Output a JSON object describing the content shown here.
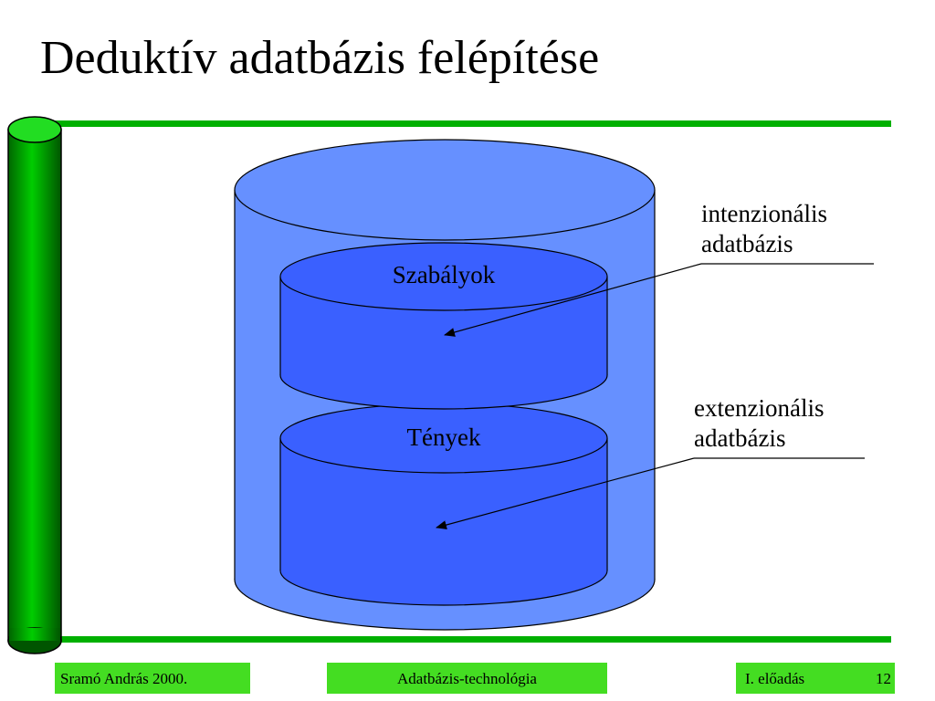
{
  "slide": {
    "title": "Deduktív adatbázis felépítése"
  },
  "diagram": {
    "upper_cylinder_label": "Szabályok",
    "lower_cylinder_label": "Tények",
    "callout_intensional": {
      "line1": "intenzionális",
      "line2": "adatbázis"
    },
    "callout_extensional": {
      "line1": "extenzionális",
      "line2": "adatbázis"
    }
  },
  "footer": {
    "author": "Sramó András 2000.",
    "course": "Adatbázis-technológia",
    "lecture": "I. előadás",
    "page_number": "12"
  },
  "colors": {
    "outer_cylinder": "#6690ff",
    "inner_cylinder": "#3a60ff",
    "accent_green": "#00b000",
    "footer_green": "#44dd22"
  }
}
